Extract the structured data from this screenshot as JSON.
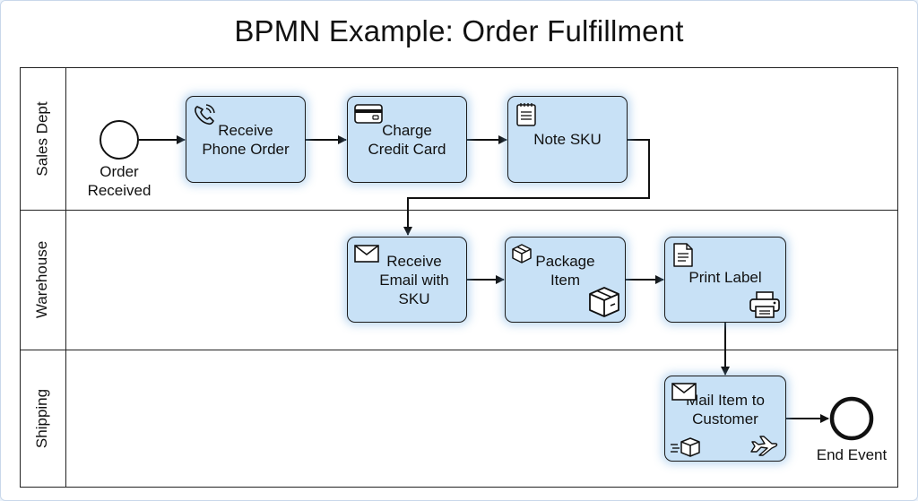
{
  "title": "BPMN Example: Order Fulfillment",
  "lanes": {
    "sales": "Sales Dept",
    "warehouse": "Warehouse",
    "shipping": "Shipping"
  },
  "events": {
    "start": {
      "label_line1": "Order",
      "label_line2": "Received",
      "type": "start"
    },
    "end": {
      "label": "End Event",
      "type": "end"
    }
  },
  "tasks": {
    "receive_phone_order": {
      "line1": "Receive",
      "line2": "Phone Order",
      "icon": "phone-icon"
    },
    "charge_credit_card": {
      "line1": "Charge",
      "line2": "Credit Card",
      "icon": "credit-card-icon"
    },
    "note_sku": {
      "line1": "Note SKU",
      "icon": "notepad-icon"
    },
    "receive_email": {
      "line1": "Receive",
      "line2": "Email with",
      "line3": "SKU",
      "icon": "envelope-icon"
    },
    "package_item": {
      "line1": "Package",
      "line2": "Item",
      "icon": "package-icon"
    },
    "print_label": {
      "line1": "Print Label",
      "icon": "printer-icon"
    },
    "mail_item": {
      "line1": "Mail Item to",
      "line2": "Customer",
      "icon": "envelope-icon"
    }
  },
  "colors": {
    "task_fill": "#c8e1f6",
    "task_glow": "#6eaae1",
    "stroke": "#1b1b1b",
    "background": "#eaf2fb"
  }
}
